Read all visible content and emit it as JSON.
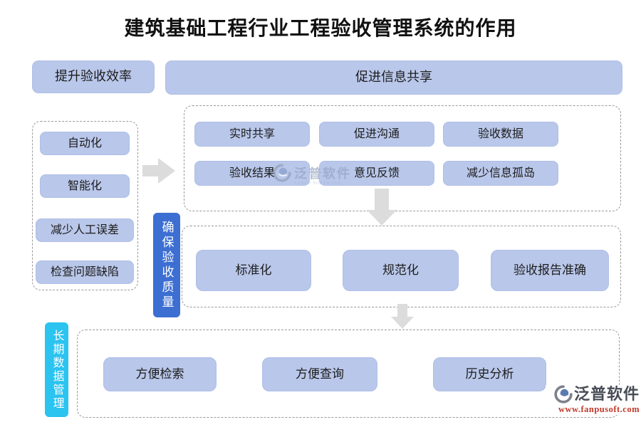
{
  "title": "建筑基础工程行业工程验收管理系统的作用",
  "colors": {
    "node_fill": "#b9c7ea",
    "quality_label_bg": "#3d6fd2",
    "data_label_bg": "#2bc3f0",
    "arrow_gray": "#dcdcdc",
    "brand_red": "#c0392b"
  },
  "sections": {
    "efficiency": {
      "header": "提升验收效率",
      "items": [
        "自动化",
        "智能化",
        "减少人工误差",
        "检查问题缺陷"
      ]
    },
    "sharing": {
      "header": "促进信息共享",
      "items": [
        "实时共享",
        "促进沟通",
        "验收数据",
        "验收结果",
        "意见反馈",
        "减少信息孤岛"
      ]
    },
    "quality": {
      "label": "确保验收质量",
      "items": [
        "标准化",
        "规范化",
        "验收报告准确"
      ]
    },
    "data_management": {
      "label": "长期数据管理",
      "items": [
        "方便检索",
        "方便查询",
        "历史分析"
      ]
    }
  },
  "watermark": {
    "brand": "泛普软件",
    "subtitle": "FANPU SOFTWARE"
  },
  "footer": {
    "brand": "泛普软件",
    "website": "www.fanpusoft.com"
  },
  "icons": {
    "brand_logo": "fanpu-swirl-icon",
    "arrows": [
      "right-arrow",
      "down-arrow",
      "down-arrow"
    ]
  }
}
